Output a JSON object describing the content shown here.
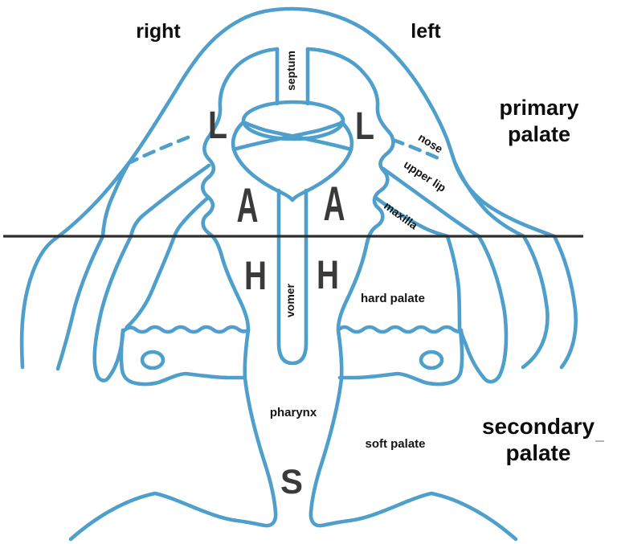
{
  "diagram": {
    "description": "Palate development diagram with primary and secondary palate regions",
    "colors": {
      "outline_blue": "#4f9fcc",
      "divider_black": "#2e2e2e",
      "letter_gray": "#3a3a3a",
      "label_black": "#141414"
    },
    "side_labels": {
      "left_area": "right",
      "right_area": "left"
    },
    "region_labels": {
      "primary": {
        "line1": "primary",
        "line2": "palate"
      },
      "secondary": {
        "line1": "secondary",
        "line2": "palate"
      }
    },
    "structure_labels": {
      "septum": "septum",
      "nose": "nose",
      "upper_lip": "upper lip",
      "maxilla": "maxilla",
      "vomer": "vomer",
      "hard_palate": "hard palate",
      "pharynx": "pharynx",
      "soft_palate": "soft palate"
    },
    "letters": {
      "l_left": "L",
      "l_right": "L",
      "a_left": "A",
      "a_right": "A",
      "h_left": "H",
      "h_right": "H",
      "s": "S"
    }
  }
}
